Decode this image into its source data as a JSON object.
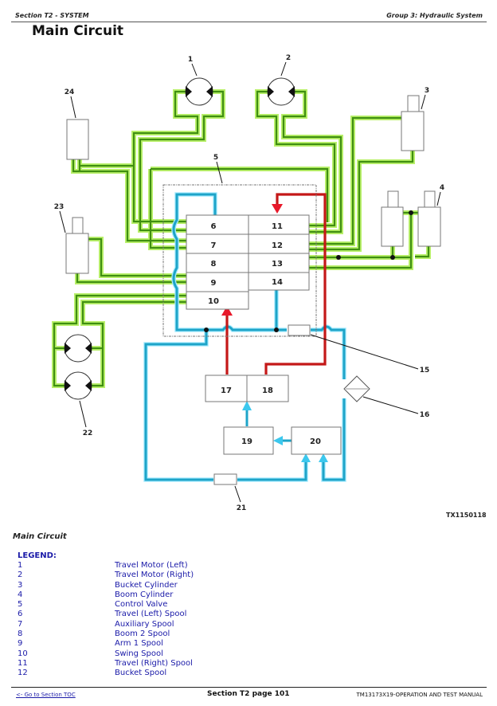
{
  "header": {
    "section": "Section T2 - SYSTEM",
    "group": "Group 3: Hydraulic System"
  },
  "page_title": "Main Circuit",
  "diagram": {
    "figure_id": "TX1150118",
    "callouts": [
      "1",
      "2",
      "3",
      "4",
      "5",
      "15",
      "16",
      "21",
      "22",
      "23",
      "24"
    ],
    "valve_spools_left": [
      "6",
      "7",
      "8",
      "9",
      "10"
    ],
    "valve_spools_right": [
      "11",
      "12",
      "13",
      "14"
    ],
    "pump_blocks": [
      "17",
      "18"
    ],
    "lower_blocks": [
      "19",
      "20"
    ],
    "line_colors": {
      "work_lines": "#3f8f10",
      "work_glow": "#b9f06a",
      "return_suction": "#1ea4c8",
      "pressure": "#c41818"
    }
  },
  "caption": "Main Circuit",
  "legend": {
    "heading": "LEGEND:",
    "items": [
      {
        "num": "1",
        "label": "Travel Motor (Left)"
      },
      {
        "num": "2",
        "label": "Travel Motor (Right)"
      },
      {
        "num": "3",
        "label": "Bucket Cylinder"
      },
      {
        "num": "4",
        "label": "Boom Cylinder"
      },
      {
        "num": "5",
        "label": "Control Valve"
      },
      {
        "num": "6",
        "label": "Travel (Left) Spool"
      },
      {
        "num": "7",
        "label": "Auxiliary Spool"
      },
      {
        "num": "8",
        "label": "Boom 2 Spool"
      },
      {
        "num": "9",
        "label": "Arm 1 Spool"
      },
      {
        "num": "10",
        "label": "Swing Spool"
      },
      {
        "num": "11",
        "label": "Travel (Right) Spool"
      },
      {
        "num": "12",
        "label": "Bucket Spool"
      }
    ]
  },
  "footer": {
    "toc_link": "<- Go to Section TOC",
    "page": "Section T2 page 101",
    "manual": "TM13173X19-OPERATION AND TEST MANUAL"
  }
}
